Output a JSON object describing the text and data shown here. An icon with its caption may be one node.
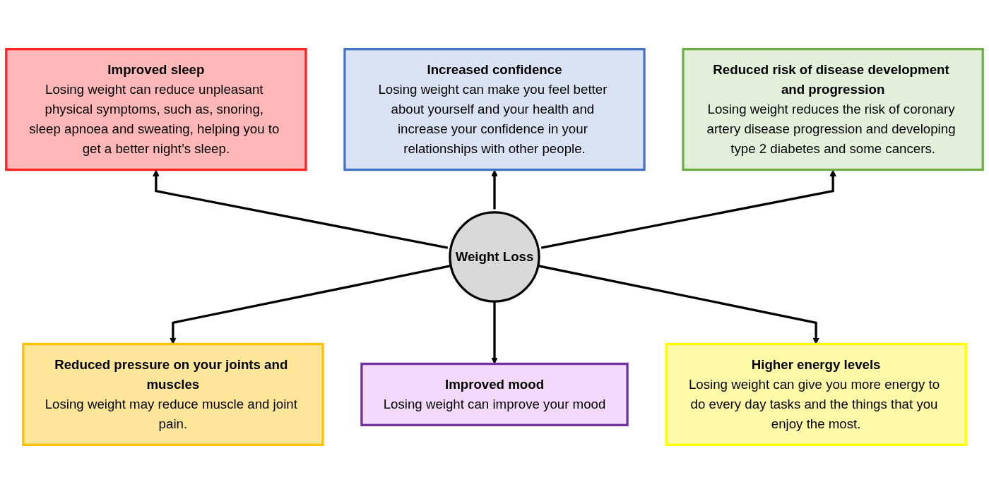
{
  "diagram": {
    "nodes": [
      {
        "text": [
          "Increased confidence",
          "Losing weight can make you feel better about yourself and your health and increase your confidence in your relationships with other people."
        ]
      },
      {
        "text": [
          "Improved sleep",
          "Losing weight can reduce unpleasant physical symptoms, such as, snoring, sleep apnoea and sweating, helping you to get a better night’s sleep."
        ]
      },
      {
        "text": [
          "Reduced risk of disease development and progression",
          "Losing weight reduces the risk of coronary artery disease progression and developing type 2 diabetes and some cancers."
        ]
      },
      {
        "text": [
          "Weight Loss"
        ]
      },
      {
        "text": [
          "Reduced pressure on your joints and muscles",
          "Losing weight may reduce muscle and joint pain."
        ]
      },
      {
        "text": [
          "Higher energy levels",
          "Losing weight can give you more energy to do every day tasks and the things that you enjoy the most."
        ]
      },
      {
        "text": [
          "Improved mood",
          "Losing weight can improve your mood"
        ]
      }
    ],
    "edges": [
      {
        "from": 3,
        "to": 1,
        "arrow": "to"
      },
      {
        "from": 3,
        "to": 0,
        "arrow": "to"
      },
      {
        "from": 3,
        "to": 2,
        "arrow": "to"
      },
      {
        "from": 3,
        "to": 4,
        "arrow": "to"
      },
      {
        "from": 3,
        "to": 6,
        "arrow": "to"
      },
      {
        "from": 3,
        "to": 5,
        "arrow": "to"
      }
    ]
  }
}
